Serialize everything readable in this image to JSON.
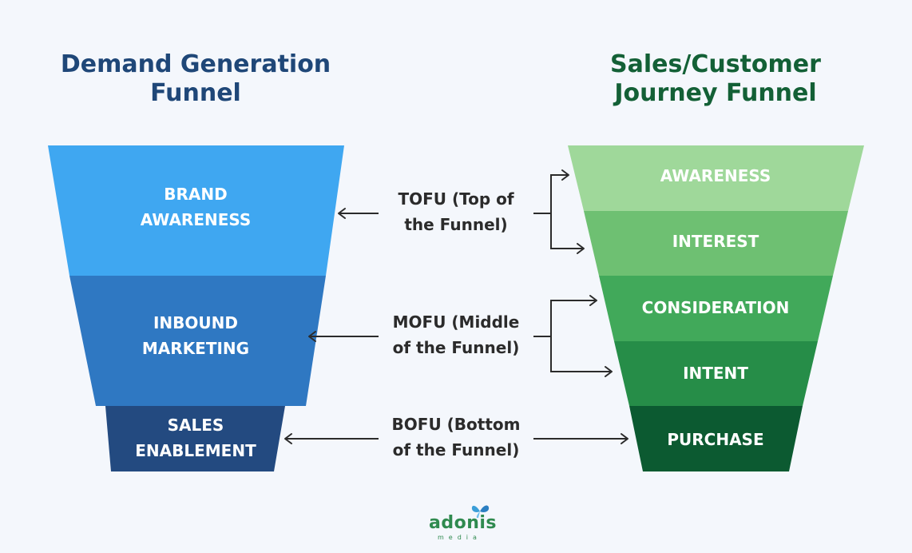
{
  "left_funnel": {
    "title_line1": "Demand Generation",
    "title_line2": "Funnel",
    "title_color": "#1f4778",
    "stages": [
      {
        "line1": "BRAND",
        "line2": "AWARENESS",
        "color": "#3fa7f1"
      },
      {
        "line1": "INBOUND",
        "line2": "MARKETING",
        "color": "#2f78c2"
      },
      {
        "line1": "SALES",
        "line2": "ENABLEMENT",
        "color": "#234a80"
      }
    ]
  },
  "right_funnel": {
    "title_line1": "Sales/Customer",
    "title_line2": "Journey Funnel",
    "title_color": "#136036",
    "stages": [
      {
        "label": "AWARENESS",
        "color": "#9fd89a"
      },
      {
        "label": "INTEREST",
        "color": "#6ec072"
      },
      {
        "label": "CONSIDERATION",
        "color": "#41a95a"
      },
      {
        "label": "INTENT",
        "color": "#268d48"
      },
      {
        "label": "PURCHASE",
        "color": "#0c5a31"
      }
    ]
  },
  "middle_labels": [
    {
      "line1": "TOFU (Top of",
      "line2": "the Funnel)"
    },
    {
      "line1": "MOFU (Middle",
      "line2": "of the Funnel)"
    },
    {
      "line1": "BOFU (Bottom",
      "line2": "of the Funnel)"
    }
  ],
  "logo": {
    "word": "adonis",
    "sub": "media",
    "icon": "butterfly-icon",
    "color": "#2f8a4f"
  }
}
